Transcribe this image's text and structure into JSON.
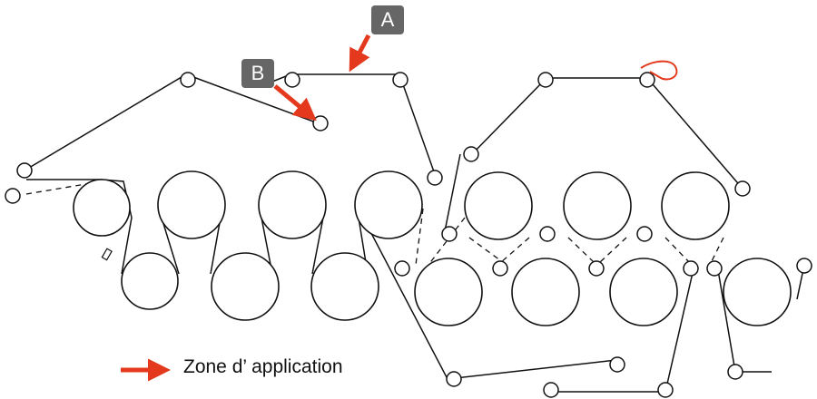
{
  "markers": {
    "a": {
      "label": "A"
    },
    "b": {
      "label": "B"
    }
  },
  "legend": {
    "label": "Zone d’ application"
  },
  "colors": {
    "accent": "#e5391d",
    "tag": "#666666",
    "line": "#111111"
  }
}
